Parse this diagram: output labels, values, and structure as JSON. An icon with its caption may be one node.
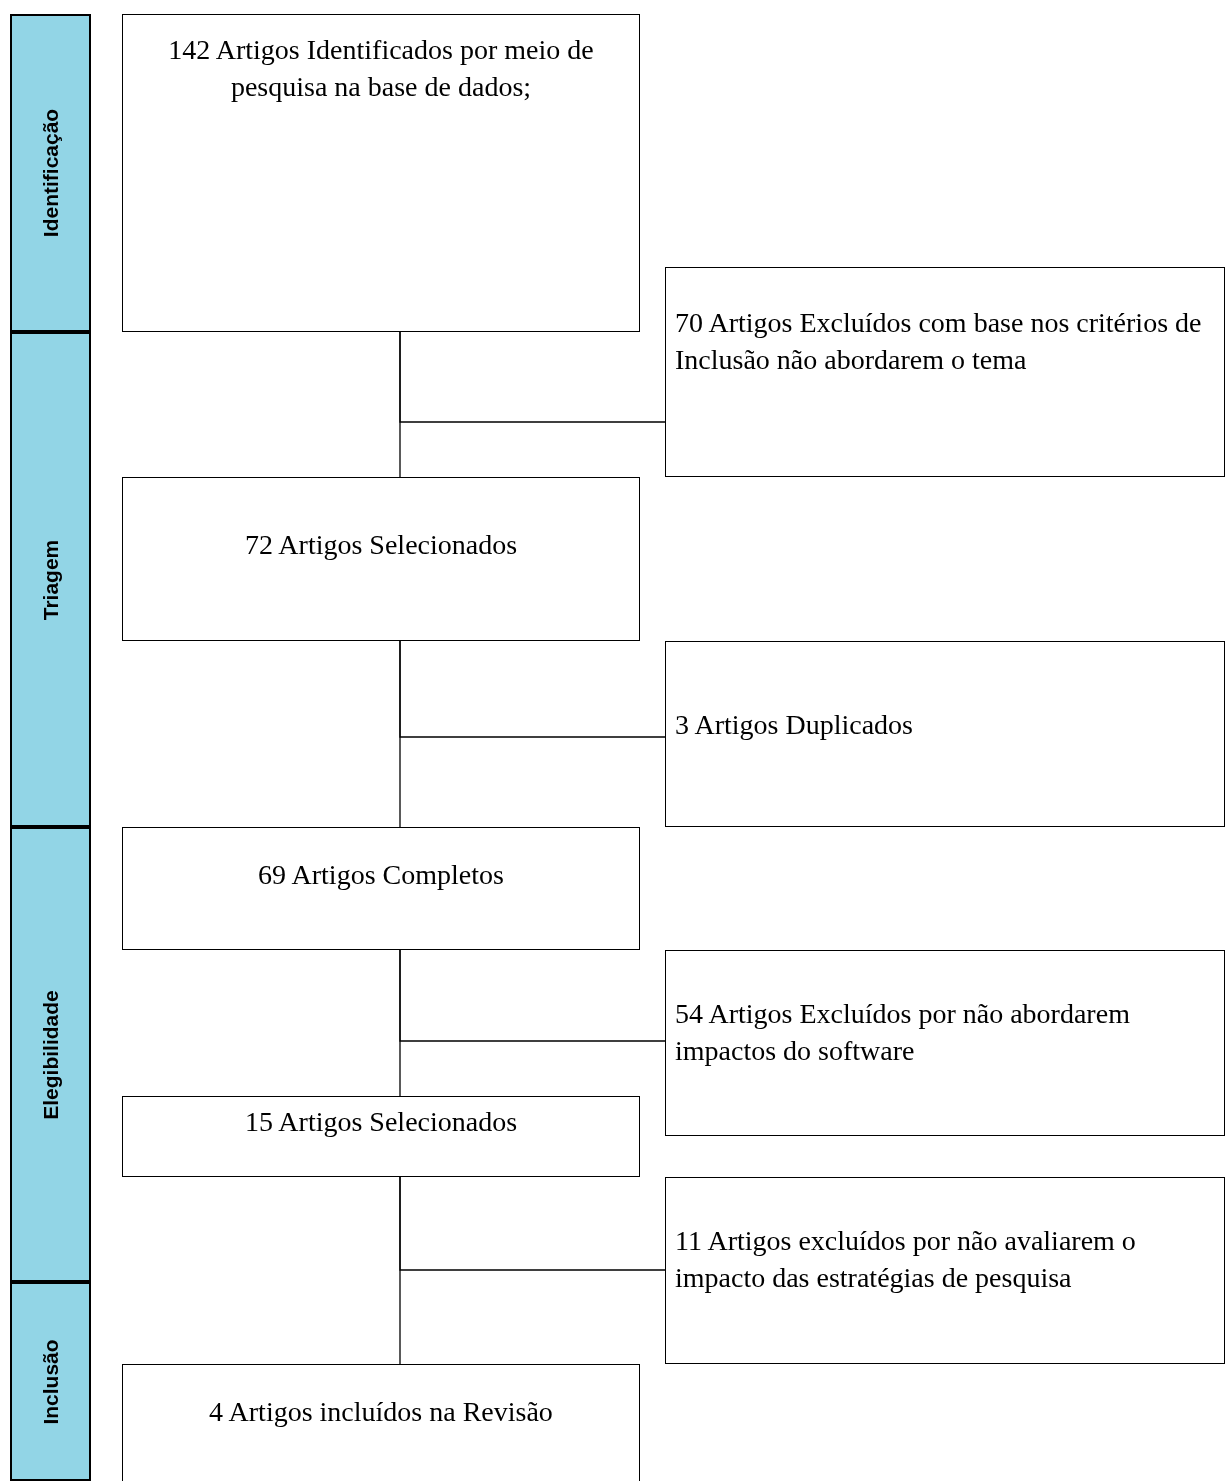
{
  "diagram": {
    "nodes": [
      {
        "text": [
          "Identificação"
        ]
      },
      {
        "text": [
          "Triagem"
        ]
      },
      {
        "text": [
          "Elegibilidade"
        ]
      },
      {
        "text": [
          "Inclusão"
        ]
      },
      {
        "text": [
          "142 Artigos Identificados por meio de pesquisa na base de dados;"
        ]
      },
      {
        "text": [
          "70 Artigos Excluídos com base nos critérios de Inclusão não abordarem o tema"
        ]
      },
      {
        "text": [
          "72 Artigos Selecionados"
        ]
      },
      {
        "text": [
          "3 Artigos Duplicados"
        ]
      },
      {
        "text": [
          "69 Artigos Completos"
        ]
      },
      {
        "text": [
          "54 Artigos Excluídos por não abordarem impactos do software"
        ]
      },
      {
        "text": [
          "15 Artigos Selecionados"
        ]
      },
      {
        "text": [
          "11 Artigos excluídos por não avaliarem o impacto das estratégias de pesquisa"
        ]
      },
      {
        "text": [
          "4 Artigos incluídos na Revisão"
        ]
      }
    ],
    "edges": [
      {
        "from": 4,
        "to": 6,
        "arrow": "none"
      },
      {
        "from": 4,
        "to": 5,
        "arrow": "none"
      },
      {
        "from": 6,
        "to": 8,
        "arrow": "none"
      },
      {
        "from": 6,
        "to": 7,
        "arrow": "none"
      },
      {
        "from": 8,
        "to": 10,
        "arrow": "none"
      },
      {
        "from": 8,
        "to": 9,
        "arrow": "none"
      },
      {
        "from": 10,
        "to": 12,
        "arrow": "none"
      },
      {
        "from": 10,
        "to": 11,
        "arrow": "none"
      }
    ]
  }
}
